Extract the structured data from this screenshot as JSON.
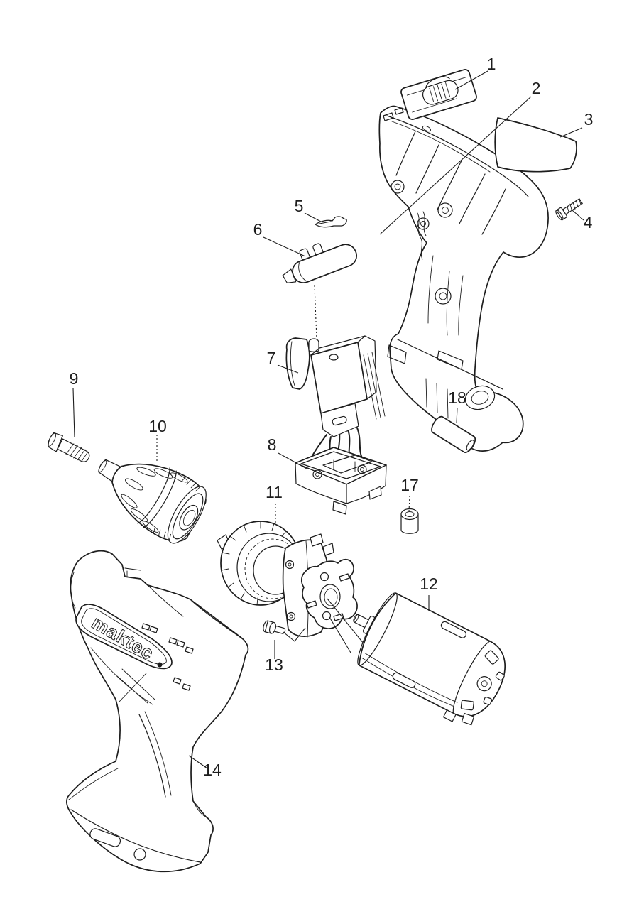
{
  "diagram": {
    "type": "exploded-parts-diagram",
    "background_color": "#ffffff",
    "line_color": "#1d1d1d",
    "brand_logo": "maktec",
    "callouts": [
      {
        "number": "1"
      },
      {
        "number": "2"
      },
      {
        "number": "3"
      },
      {
        "number": "4"
      },
      {
        "number": "5"
      },
      {
        "number": "6"
      },
      {
        "number": "7"
      },
      {
        "number": "8"
      },
      {
        "number": "9"
      },
      {
        "number": "10"
      },
      {
        "number": "11"
      },
      {
        "number": "12"
      },
      {
        "number": "13"
      },
      {
        "number": "14"
      },
      {
        "number": "17"
      },
      {
        "number": "18"
      }
    ]
  }
}
